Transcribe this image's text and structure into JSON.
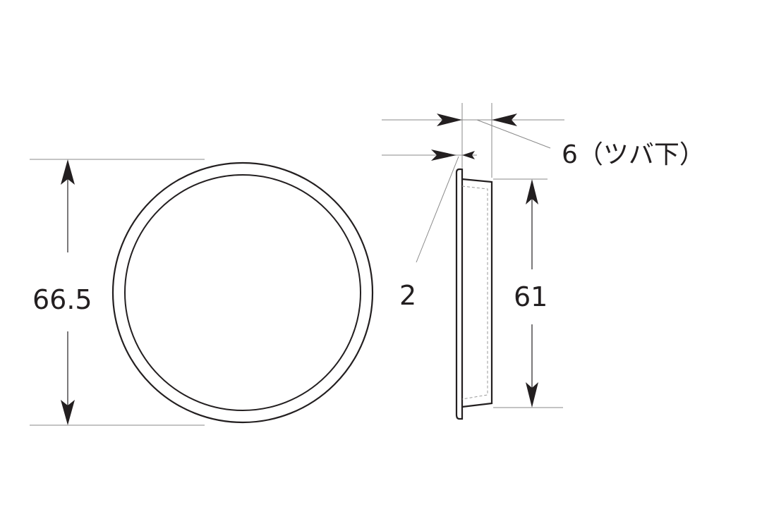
{
  "dimensions": {
    "outer_diameter": "66.5",
    "inner_depth_height": "61",
    "flange_thickness": "2",
    "depth_below_flange": "6（ツバ下）"
  },
  "colors": {
    "line": "#231f20",
    "extension_line": "#8a8a8a",
    "hidden_line": "#9a9a9a",
    "background": "#ffffff"
  }
}
